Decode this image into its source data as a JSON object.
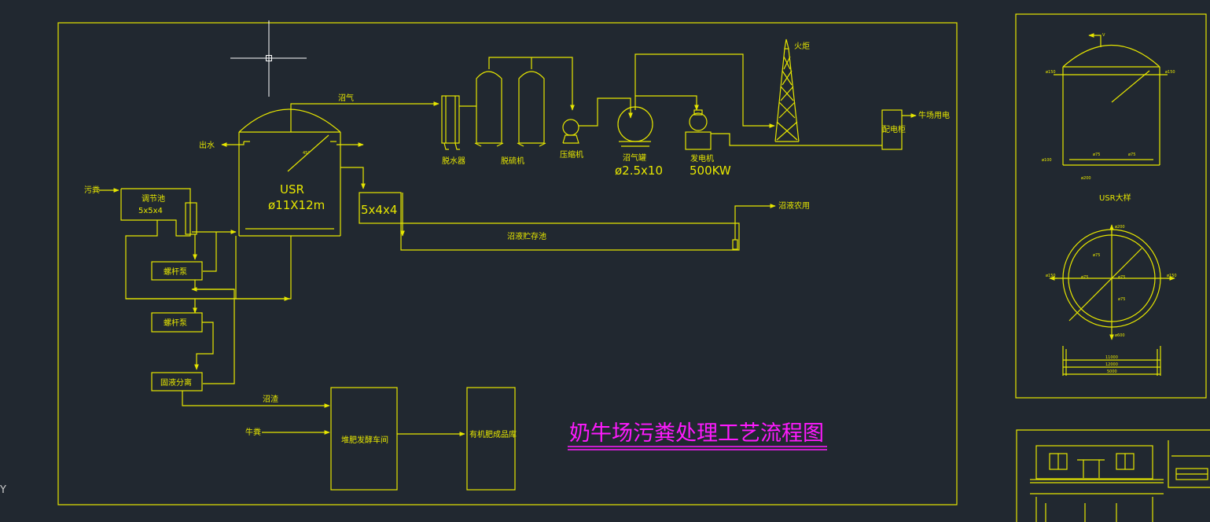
{
  "title": "奶牛场污粪处理工艺流程图",
  "labels": {
    "biogas": "沼气",
    "outlet_water": "出水",
    "sewage": "污粪",
    "adjust_tank": "调节池",
    "adjust_tank_dim": "5x5x4",
    "usr": "USR",
    "usr_dim": "ø11X12m",
    "usr_tilt": "45°",
    "dewaterer": "脱水器",
    "desulfurizer": "脱硫机",
    "compressor": "压缩机",
    "gas_tank": "沼气罐",
    "gas_tank_dim": "ø2.5x10",
    "generator": "发电机",
    "generator_power": "500KW",
    "torch": "火炬",
    "distribution_cabinet": "配电柜",
    "farm_power": "牛场用电",
    "tank_dim": "5x4x4",
    "slurry_use": "沼液农用",
    "slurry_storage": "沼液贮存池",
    "screw_pump_1": "螺杆泵",
    "screw_pump_2": "螺杆泵",
    "solid_liquid_sep": "固液分离",
    "biogas_residue": "沼渣",
    "cow_dung": "牛粪",
    "compost_workshop": "堆肥发酵车间",
    "fertilizer_store": "有机肥成品库",
    "usr_detail": "USR大样",
    "axis_y": "Y"
  },
  "detail_dims": {
    "d150": "ø150",
    "d100": "ø100",
    "d200": "ø200",
    "d75": "ø75",
    "d600": "ø600",
    "v": "V",
    "h11": "11000",
    "h12": "12000",
    "s5": "5000"
  },
  "colors": {
    "background": "#212830",
    "line": "#e6e600",
    "title": "#ff1aff",
    "crosshair": "#ffffff"
  }
}
